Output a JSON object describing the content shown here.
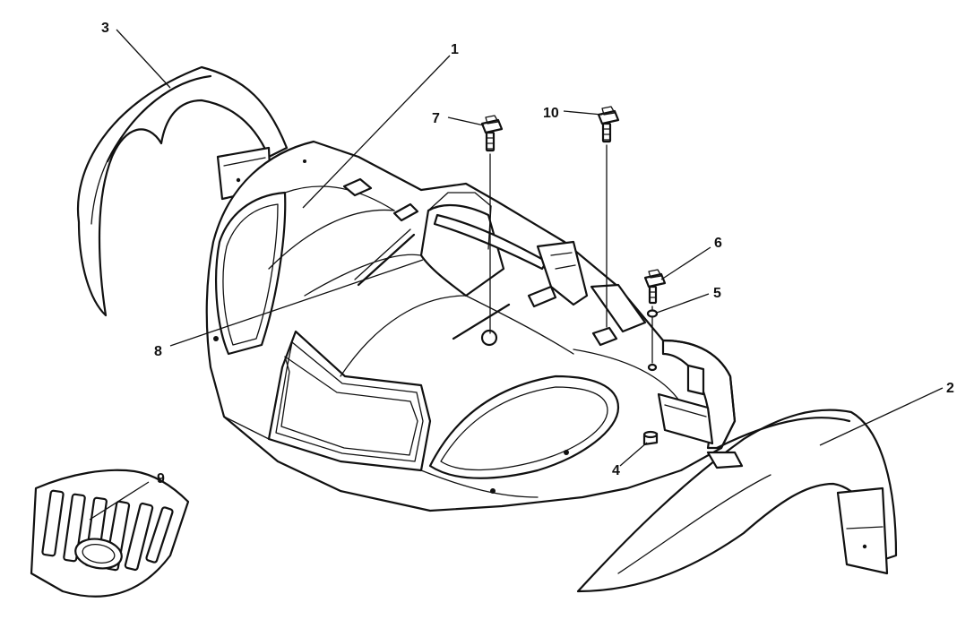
{
  "callouts": [
    {
      "id": "1",
      "label": "1"
    },
    {
      "id": "2",
      "label": "2"
    },
    {
      "id": "3",
      "label": "3"
    },
    {
      "id": "4",
      "label": "4"
    },
    {
      "id": "5",
      "label": "5"
    },
    {
      "id": "6",
      "label": "6"
    },
    {
      "id": "7",
      "label": "7"
    },
    {
      "id": "8",
      "label": "8"
    },
    {
      "id": "9",
      "label": "9"
    },
    {
      "id": "10",
      "label": "10"
    }
  ],
  "colors": {
    "line": "#111111",
    "background": "#ffffff"
  }
}
